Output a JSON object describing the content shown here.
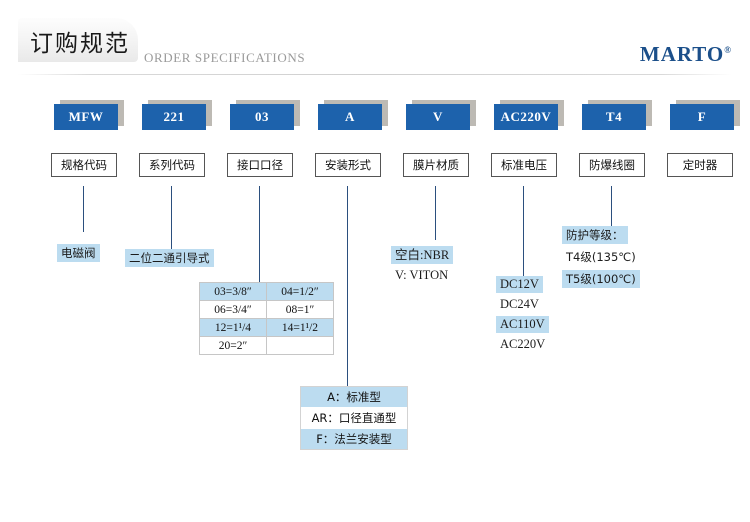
{
  "header": {
    "title": "订购规范",
    "subtitle": "ORDER SPECIFICATIONS",
    "brand": "MARTO",
    "brand_mark": "®"
  },
  "codes": [
    {
      "code": "MFW",
      "label": "规格代码"
    },
    {
      "code": "221",
      "label": "系列代码"
    },
    {
      "code": "03",
      "label": "接口口径"
    },
    {
      "code": "A",
      "label": "安装形式"
    },
    {
      "code": "V",
      "label": "膜片材质"
    },
    {
      "code": "AC220V",
      "label": "标准电压"
    },
    {
      "code": "T4",
      "label": "防爆线圈"
    },
    {
      "code": "F",
      "label": "定时器"
    }
  ],
  "notes": {
    "spec_code": "电磁阀",
    "series_code": "二位二通引导式"
  },
  "port_table": {
    "rows": [
      [
        "03=3/8″",
        "04=1/2″"
      ],
      [
        "06=3/4″",
        "08=1″"
      ],
      [
        "12=1¹/4",
        "14=1¹/2"
      ],
      [
        "20=2″",
        ""
      ]
    ]
  },
  "mounting": {
    "items": [
      "A：标准型",
      "AR：口径直通型",
      "F：法兰安装型"
    ]
  },
  "diaphragm": {
    "items": [
      "空白:NBR",
      "V: VITON"
    ]
  },
  "voltage": {
    "items": [
      "DC12V",
      "DC24V",
      "AC110V",
      "AC220V"
    ]
  },
  "explosion_proof": {
    "title": "防护等级：",
    "items": [
      "T4级(135℃)",
      "T5级(100℃)"
    ]
  },
  "colors": {
    "chip_blue": "#1d62ac",
    "chip_shadow": "#bdbab4",
    "highlight": "#bcdcf0",
    "line": "#2b4f7e",
    "brand": "#1b4f8a"
  }
}
